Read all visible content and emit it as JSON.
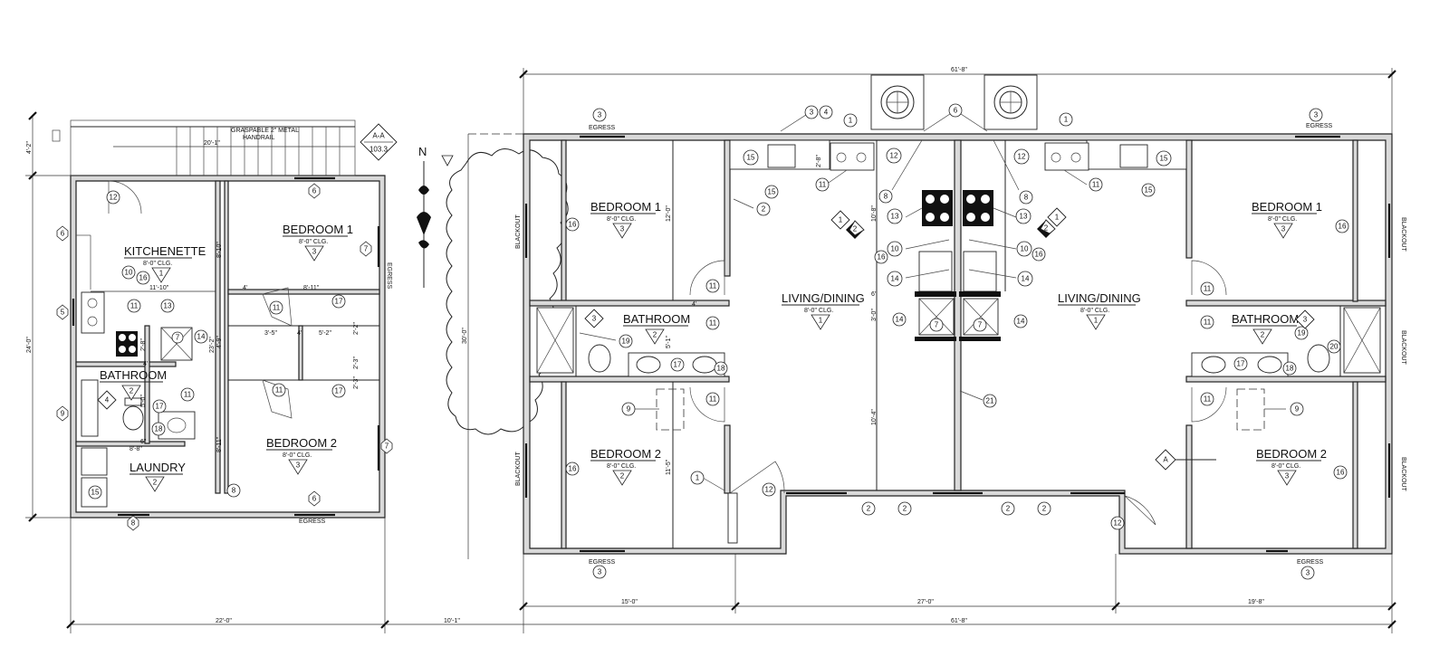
{
  "left_plan": {
    "rooms": [
      {
        "id": "kitchenette",
        "name": "KITCHENETTE",
        "clg": "8'-0\" CLG.",
        "tag": "1"
      },
      {
        "id": "bedroom1",
        "name": "BEDROOM 1",
        "clg": "8'-0\" CLG.",
        "tag": "3"
      },
      {
        "id": "bathroom",
        "name": "BATHROOM",
        "clg": "",
        "tag": "2"
      },
      {
        "id": "laundry",
        "name": "LAUNDRY",
        "clg": "",
        "tag": "2"
      },
      {
        "id": "bedroom2",
        "name": "BEDROOM 2",
        "clg": "8'-0\" CLG.",
        "tag": "3"
      }
    ],
    "notes": {
      "handrail_line1": "GRASPABLE 2\" METAL",
      "handrail_line2": "HANDRAIL",
      "egress": "EGRESS",
      "section_top": "A-A",
      "section_bottom": "103.3"
    },
    "dims": {
      "stair_w": "20'-1\"",
      "depth": "4'-2\"",
      "total_h": "24'-0\"",
      "width": "22'-0\"",
      "d1": "8'-10\"",
      "d2": "11'-10\"",
      "d3": "8'-11\"",
      "d4": "4'",
      "d5": "3'-5\"",
      "d6": "4'",
      "d7": "5'-2\"",
      "d8": "2'-2\"",
      "d9": "2'-3\"",
      "d10": "2'-3\"",
      "d11": "2'-8\"",
      "d12": "23'-2\"",
      "d13": "4'-9\"",
      "d14": "5'-0\"",
      "d15": "4'",
      "d16": "8'-8\"",
      "d17": "8'-11\"",
      "d18": "6\""
    }
  },
  "gap_dim": "10'-1\"",
  "north": "N",
  "main_plan": {
    "rooms_left": [
      {
        "id": "l_bed1",
        "name": "BEDROOM 1",
        "clg": "8'-0\" CLG.",
        "tag": "3"
      },
      {
        "id": "l_bath",
        "name": "BATHROOM",
        "clg": "",
        "tag": "2"
      },
      {
        "id": "l_bed2",
        "name": "BEDROOM 2",
        "clg": "8'-0\" CLG.",
        "tag": "2"
      },
      {
        "id": "l_living",
        "name": "LIVING/DINING",
        "clg": "8'-0\" CLG.",
        "tag": "1"
      }
    ],
    "rooms_right": [
      {
        "id": "r_bed1",
        "name": "BEDROOM 1",
        "clg": "8'-0\" CLG.",
        "tag": "3"
      },
      {
        "id": "r_bath",
        "name": "BATHROOM",
        "clg": "",
        "tag": "2"
      },
      {
        "id": "r_bed2",
        "name": "BEDROOM 2",
        "clg": "8'-0\" CLG.",
        "tag": "3"
      },
      {
        "id": "r_living",
        "name": "LIVING/DINING",
        "clg": "8'-0\" CLG.",
        "tag": "1"
      }
    ],
    "labels": {
      "egress": "EGRESS",
      "blackout": "BLACKOUT",
      "section": "A"
    },
    "dims": {
      "overall": "61'-8\"",
      "depth": "30'-0\"",
      "seg1": "15'-0\"",
      "seg2": "27'-0\"",
      "seg3": "19'-8\"",
      "m1": "12'-0\"",
      "m2": "10'-8\"",
      "m3": "10'-4\"",
      "m4": "11'-5\"",
      "m5": "5'-1\"",
      "m6": "3'-0\"",
      "m7": "2'-8\"",
      "m8": "4'",
      "m9": "6\""
    }
  },
  "colors": {
    "wall": "#d9d9d9",
    "line": "#222222",
    "paper": "#ffffff"
  }
}
